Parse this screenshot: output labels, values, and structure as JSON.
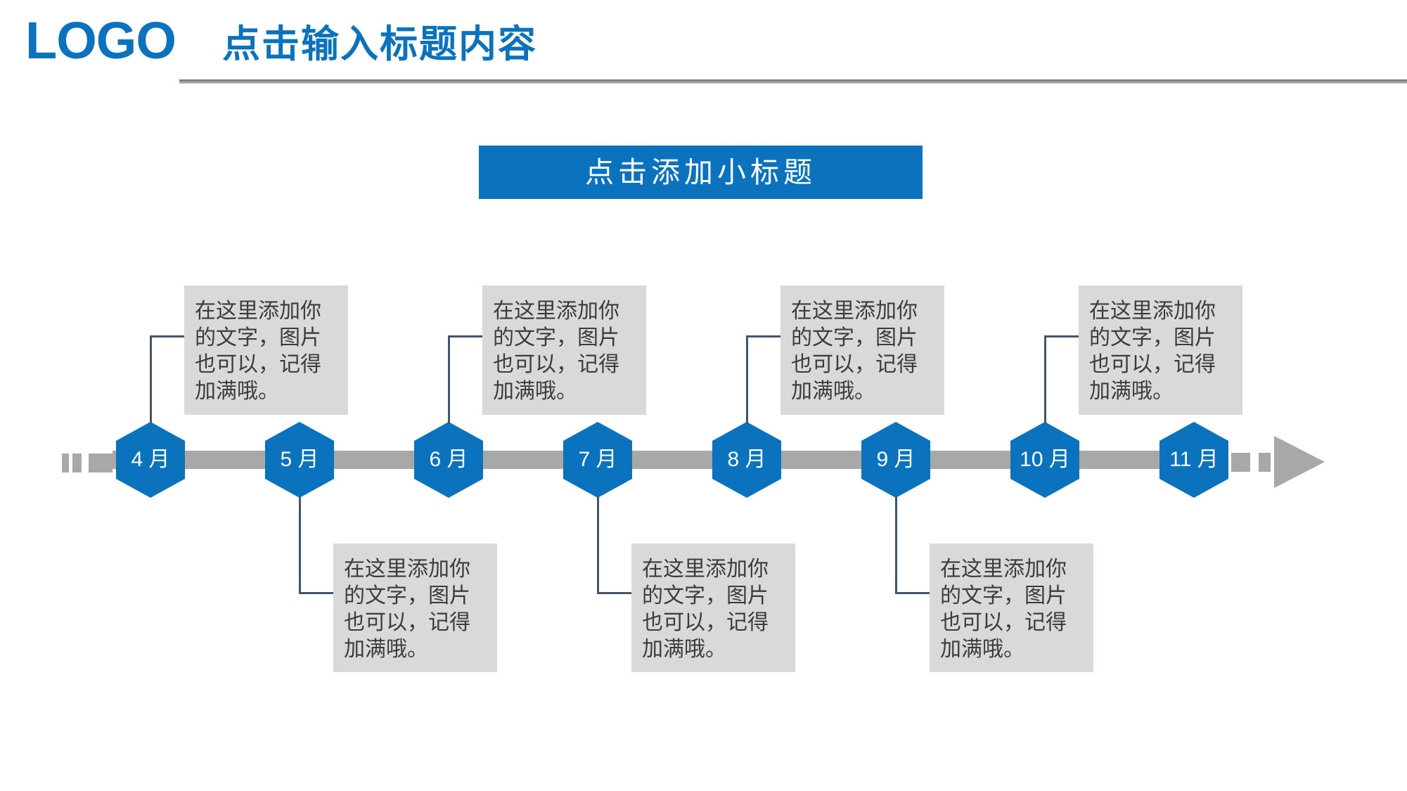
{
  "header": {
    "logo": "LOGO",
    "title": "点击输入标题内容"
  },
  "subtitle": {
    "label": "点击添加小标题"
  },
  "timeline": {
    "note_full_text": "在这里添加你的文字，图片也可以，记得加满哦。",
    "milestones": [
      {
        "label": "4 月",
        "note_position": "above",
        "note_lines": [
          "在这里添加你",
          "的文字，图片",
          "也可以，记得",
          "加满哦。"
        ]
      },
      {
        "label": "5 月",
        "note_position": "below",
        "note_lines": [
          "在这里添加你",
          "的文字，图片",
          "也可以，记得",
          "加满哦。"
        ]
      },
      {
        "label": "6 月",
        "note_position": "above",
        "note_lines": [
          "在这里添加你",
          "的文字，图片",
          "也可以，记得",
          "加满哦。"
        ]
      },
      {
        "label": "7 月",
        "note_position": "below",
        "note_lines": [
          "在这里添加你",
          "的文字，图片",
          "也可以，记得",
          "加满哦。"
        ]
      },
      {
        "label": "8 月",
        "note_position": "above",
        "note_lines": [
          "在这里添加你",
          "的文字，图片",
          "也可以，记得",
          "加满哦。"
        ]
      },
      {
        "label": "9 月",
        "note_position": "below",
        "note_lines": [
          "在这里添加你",
          "的文字，图片",
          "也可以，记得",
          "加满哦。"
        ]
      },
      {
        "label": "10 月",
        "note_position": "above",
        "note_lines": [
          "在这里添加你",
          "的文字，图片",
          "也可以，记得",
          "加满哦。"
        ]
      },
      {
        "label": "11 月",
        "note_position": "none",
        "note_lines": []
      }
    ]
  },
  "icons": {
    "timeline_end": "arrow-right-icon"
  },
  "colors": {
    "accent_blue": "#0B72BE",
    "timeline_gray": "#A8A8A8",
    "note_background": "#D9D9D9",
    "note_text": "#3C3C3C",
    "connector": "#44546A",
    "rule_gray": "#8C8C8C"
  }
}
